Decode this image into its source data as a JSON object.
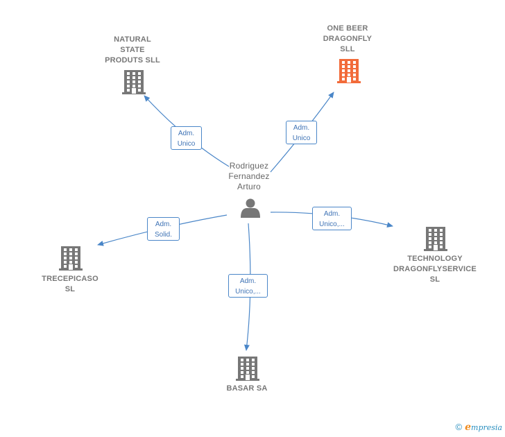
{
  "person": {
    "name": "Rodriguez\nFernandez\nArturo",
    "icon": "person-icon"
  },
  "companies": [
    {
      "id": "natural",
      "name": "NATURAL\nSTATE\nPRODUTS  SLL",
      "icon": "building-icon",
      "color": "#777777"
    },
    {
      "id": "onebeer",
      "name": "ONE BEER\nDRAGONFLY\nSLL",
      "icon": "building-icon",
      "color": "#f26b3a"
    },
    {
      "id": "trecepicaso",
      "name": "TRECEPICASO\nSL",
      "icon": "building-icon",
      "color": "#777777"
    },
    {
      "id": "technology",
      "name": "TECHNOLOGY\nDRAGONFLYSERVICE\nSL",
      "icon": "building-icon",
      "color": "#777777"
    },
    {
      "id": "basar",
      "name": "BASAR SA",
      "icon": "building-icon",
      "color": "#777777"
    }
  ],
  "relations": [
    {
      "to": "natural",
      "label": "Adm.\nUnico"
    },
    {
      "to": "onebeer",
      "label": "Adm.\nUnico"
    },
    {
      "to": "trecepicaso",
      "label": "Adm.\nSolid."
    },
    {
      "to": "technology",
      "label": "Adm.\nUnico,..."
    },
    {
      "to": "basar",
      "label": "Adm.\nUnico,..."
    }
  ],
  "colors": {
    "edge": "#4a86c8",
    "building": "#777777",
    "highlight": "#f26b3a"
  },
  "footer": {
    "copyright": "©",
    "brand_initial": "e",
    "brand_rest": "mpresia"
  }
}
